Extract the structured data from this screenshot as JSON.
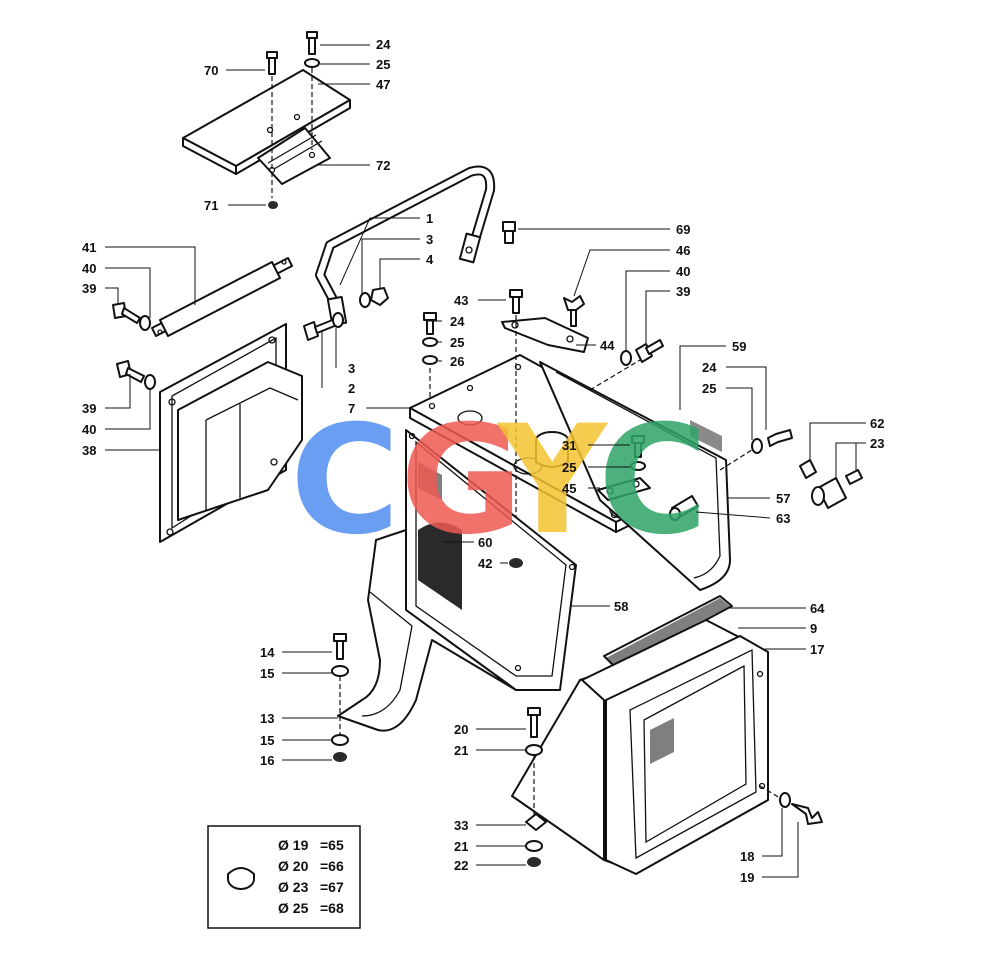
{
  "labels": {
    "l70": "70",
    "l24a": "24",
    "l25a": "25",
    "l47": "47",
    "l72": "72",
    "l71": "71",
    "l69": "69",
    "l1": "1",
    "l3a": "3",
    "l4": "4",
    "l46": "46",
    "l40a": "40",
    "l39a": "39",
    "l41": "41",
    "l40b": "40",
    "l39b": "39",
    "l43": "43",
    "l24b": "24",
    "l25b": "25",
    "l26": "26",
    "l44": "44",
    "l3b": "3",
    "l2": "2",
    "l7": "7",
    "l59": "59",
    "l24c": "24",
    "l25c": "25",
    "l62": "62",
    "l23": "23",
    "l39c": "39",
    "l40c": "40",
    "l38": "38",
    "l31": "31",
    "l25d": "25",
    "l45": "45",
    "l57": "57",
    "l63": "63",
    "l60": "60",
    "l42": "42",
    "l58": "58",
    "l64": "64",
    "l9": "9",
    "l17": "17",
    "l14": "14",
    "l15a": "15",
    "l13": "13",
    "l15b": "15",
    "l16": "16",
    "l20": "20",
    "l21a": "21",
    "l33": "33",
    "l21b": "21",
    "l22": "22",
    "l18": "18",
    "l19": "19"
  },
  "size_table": {
    "rows": [
      {
        "dia": "Ø 19",
        "part": "=65"
      },
      {
        "dia": "Ø 20",
        "part": "=66"
      },
      {
        "dia": "Ø 23",
        "part": "=67"
      },
      {
        "dia": "Ø 25",
        "part": "=68"
      }
    ]
  },
  "watermark": {
    "letters": [
      "C",
      "G",
      "Y",
      "C"
    ],
    "colors": [
      "#4f8ef2",
      "#ee5a52",
      "#f5c431",
      "#2ea468"
    ]
  }
}
